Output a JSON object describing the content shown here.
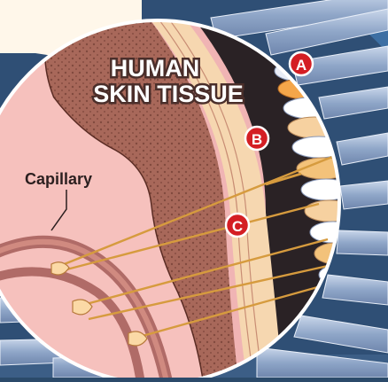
{
  "title": {
    "line1": "HUMAN",
    "line2": "SKIN TISSUE"
  },
  "labels": {
    "capillary": "Capillary",
    "a": "A",
    "b": "B",
    "c": "C"
  },
  "colors": {
    "marker_red": "#d41e24",
    "title_fill": "#ffffff",
    "title_stroke": "#4a2e2a",
    "background_blue": "#3a5f86",
    "tissue_pink": "#f2aab0",
    "dermis_brown": "#9b5a4c",
    "epidermis_cream": "#f4d3a8"
  }
}
